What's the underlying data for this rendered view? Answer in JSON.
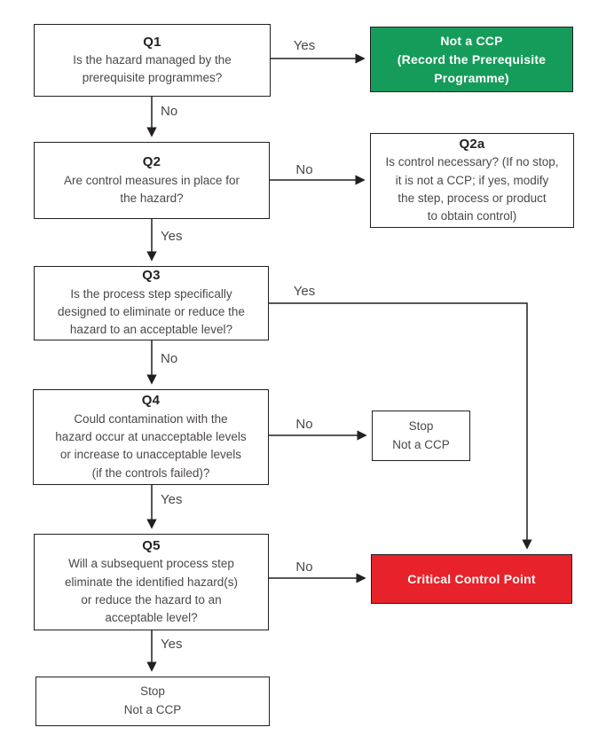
{
  "palette": {
    "green": "#169c5a",
    "red": "#e8222a",
    "line": "#231f20",
    "ink": "#262222",
    "muted": "#4c4847"
  },
  "boxes": {
    "q1": {
      "title": "Q1",
      "body": "Is the hazard managed by the\nprerequisite programmes?"
    },
    "q2": {
      "title": "Q2",
      "body": "Are control measures in place for\nthe hazard?"
    },
    "q2a": {
      "title": "Q2a",
      "body": "Is control necessary? (If no stop,\nit is not a CCP; if yes, modify\nthe step, process or product\nto obtain control)"
    },
    "q3": {
      "title": "Q3",
      "body": "Is the process step specifically\ndesigned to eliminate or reduce the\nhazard to an acceptable level?"
    },
    "q4": {
      "title": "Q4",
      "body": "Could contamination with the\nhazard occur at unacceptable levels\nor increase to unacceptable levels\n(if the controls failed)?"
    },
    "q5": {
      "title": "Q5",
      "body": "Will a subsequent process step\neliminate the identified hazard(s)\nor reduce the hazard to an\nacceptable level?"
    },
    "not_a_ccp": {
      "label": "Not a CCP\n(Record the Prerequisite\nProgramme)"
    },
    "ccp": {
      "label": "Critical Control Point"
    },
    "stop_mid": {
      "label": "Stop\nNot a CCP"
    },
    "stop_bottom": {
      "label": "Stop\nNot a CCP"
    }
  },
  "edges": {
    "q1_yes": "Yes",
    "q1_no": "No",
    "q2_no": "No",
    "q2_yes": "Yes",
    "q3_yes": "Yes",
    "q3_no": "No",
    "q4_no": "No",
    "q4_yes": "Yes",
    "q5_no": "No",
    "q5_yes": "Yes"
  }
}
